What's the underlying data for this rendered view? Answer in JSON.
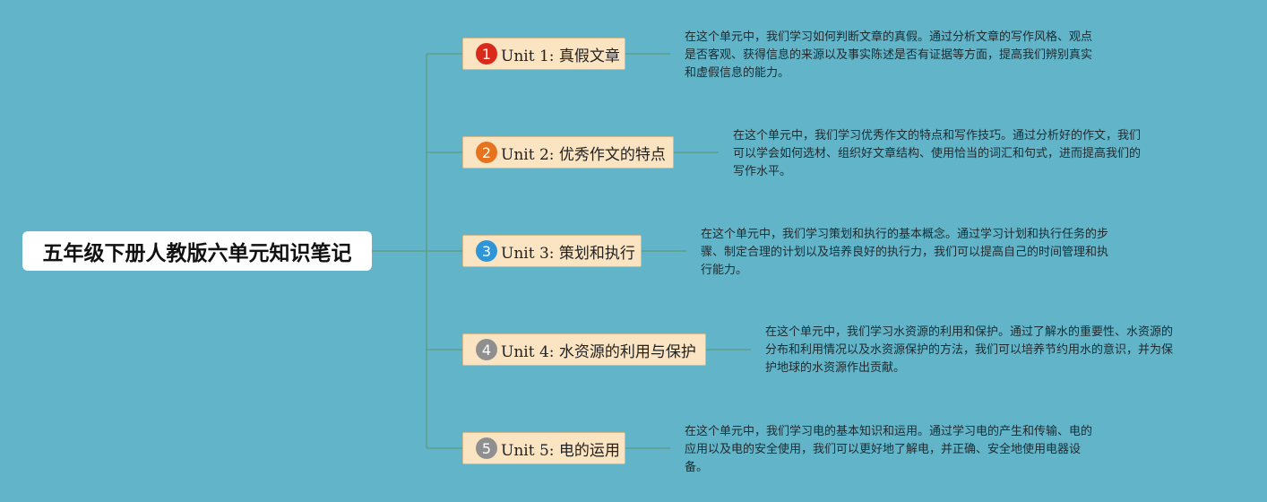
{
  "root": {
    "title": "五年级下册人教版六单元知识笔记"
  },
  "units": [
    {
      "number": "1",
      "badge_color": "#d92b1b",
      "label": "Unit 1: 真假文章",
      "description_lines": [
        "在这个单元中，我们学习如何判断文章的真假。通过分析文章的写作风格、观点",
        "是否客观、获得信息的来源以及事实陈述是否有证据等方面，提高我们辨别真实",
        "和虚假信息的能力。"
      ]
    },
    {
      "number": "2",
      "badge_color": "#e8731f",
      "label": "Unit 2: 优秀作文的特点",
      "description_lines": [
        "在这个单元中，我们学习优秀作文的特点和写作技巧。通过分析好的作文，我们",
        "可以学会如何选材、组织好文章结构、使用恰当的词汇和句式，进而提高我们的",
        "写作水平。"
      ]
    },
    {
      "number": "3",
      "badge_color": "#2f95d6",
      "label": "Unit 3: 策划和执行",
      "description_lines": [
        "在这个单元中，我们学习策划和执行的基本概念。通过学习计划和执行任务的步",
        "骤、制定合理的计划以及培养良好的执行力，我们可以提高自己的时间管理和执",
        "行能力。"
      ]
    },
    {
      "number": "4",
      "badge_color": "#8f8f8f",
      "label": "Unit 4: 水资源的利用与保护",
      "description_lines": [
        "在这个单元中，我们学习水资源的利用和保护。通过了解水的重要性、水资源的",
        "分布和利用情况以及水资源保护的方法，我们可以培养节约用水的意识，并为保",
        "护地球的水资源作出贡献。"
      ]
    },
    {
      "number": "5",
      "badge_color": "#8f8f8f",
      "label": "Unit 5: 电的运用",
      "description_lines": [
        "在这个单元中，我们学习电的基本知识和运用。通过学习电的产生和传输、电的",
        "应用以及电的安全使用，我们可以更好地了解电，并正确、安全地使用电器设",
        "备。"
      ]
    }
  ]
}
